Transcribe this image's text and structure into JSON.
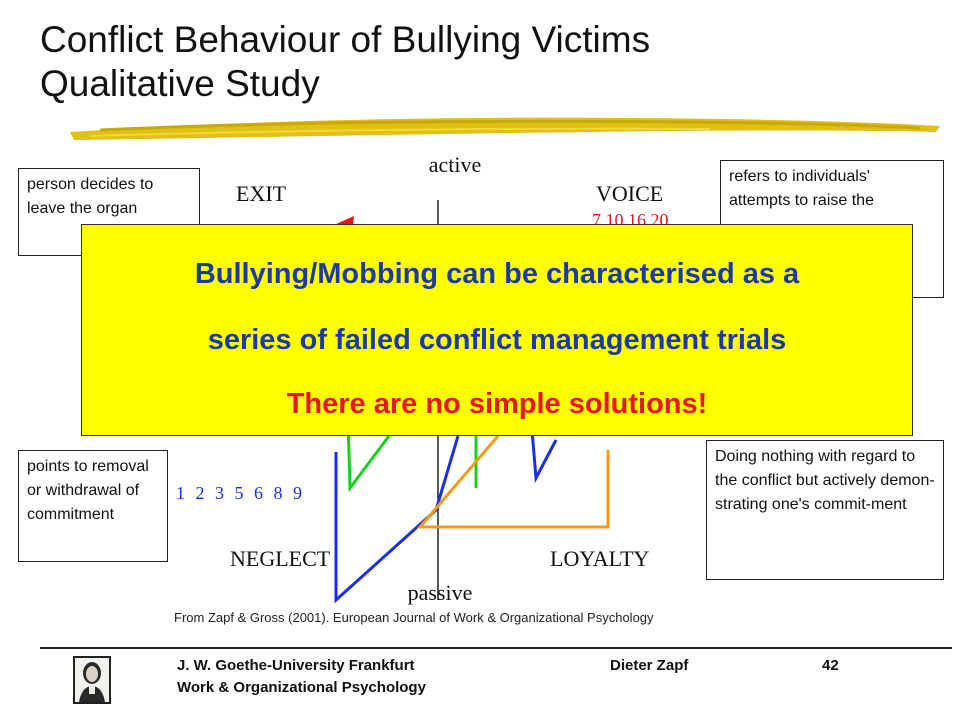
{
  "title": {
    "line1": "Conflict Behaviour of Bullying Victims",
    "line2": "Qualitative Study"
  },
  "diagram": {
    "axis_top": "active",
    "axis_bottom": "passive",
    "quadrants": {
      "exit": "EXIT",
      "voice": "VOICE",
      "neglect": "NEGLECT",
      "loyalty": "LOYALTY"
    },
    "voice_numbers": "7 10 16 20",
    "neglect_numbers": "1 2 3 5 6 8 9",
    "boxes": {
      "exit_desc": "person decides to leave the organ",
      "voice_desc": "refers to individuals' attempts to raise the",
      "neglect_desc": "points to removal or withdrawal of commitment",
      "loyalty_desc": "Doing nothing with regard to the conflict but actively demon-strating one's commit-ment"
    },
    "colors": {
      "green": "#19d119",
      "blue": "#1a2ee8",
      "orange": "#f59a12",
      "red": "#e8141e"
    }
  },
  "banner": {
    "line1": "Bullying/Mobbing can be characterised as a",
    "line2": "series of failed  conflict management trials",
    "line3": "There are no simple solutions!",
    "bg_color": "#ffff00"
  },
  "source": "From Zapf & Gross (2001). European Journal of Work & Organizational Psychology",
  "footer": {
    "university": "J. W. Goethe-University Frankfurt",
    "department": "Work & Organizational Psychology",
    "author": "Dieter Zapf",
    "page": "42"
  }
}
